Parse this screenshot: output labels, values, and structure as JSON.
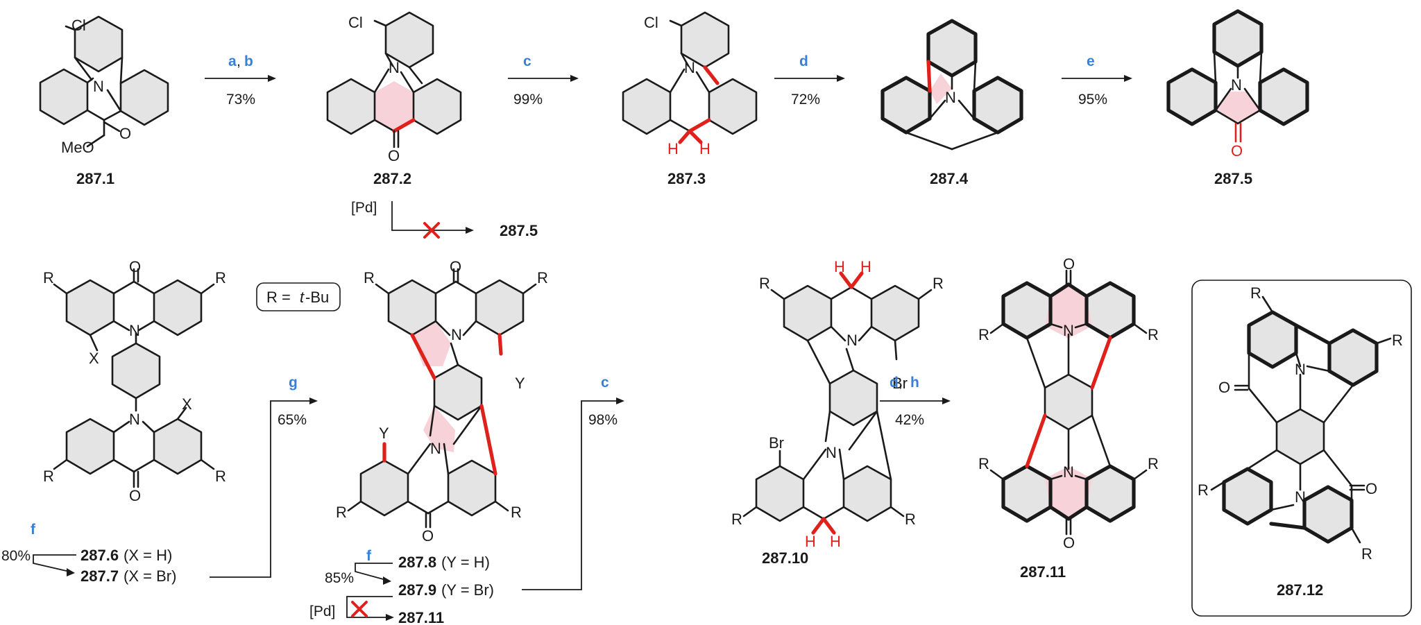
{
  "compounds": {
    "c1": "287.1",
    "c2": "287.2",
    "c3": "287.3",
    "c4": "287.4",
    "c5": "287.5",
    "c6": "287.6",
    "c7": "287.7",
    "c8": "287.8",
    "c9": "287.9",
    "c10": "287.10",
    "c11": "287.11",
    "c12": "287.12"
  },
  "conditions": {
    "s1": {
      "reagent_a": "a",
      "comma": ", ",
      "reagent_b": "b",
      "yield": "73%"
    },
    "s2": {
      "reagent": "c",
      "yield": "99%"
    },
    "s3": {
      "reagent": "d",
      "yield": "72%"
    },
    "s4": {
      "reagent": "e",
      "yield": "95%"
    },
    "failed1": {
      "catalyst": "[Pd]",
      "target": "287.5"
    },
    "s5": {
      "reagent": "f",
      "yield": "80%",
      "annotation_x_h": "(X = H)",
      "annotation_x_br": "(X = Br)"
    },
    "s6": {
      "reagent": "g",
      "yield": "65%"
    },
    "s7": {
      "reagent": "f",
      "yield": "85%",
      "annotation_y_h": "(Y = H)",
      "annotation_y_br": "(Y = Br)"
    },
    "failed2": {
      "catalyst": "[Pd]",
      "target": "287.11"
    },
    "s8": {
      "reagent": "c",
      "yield": "98%"
    },
    "s9": {
      "reagent_a": "d",
      "comma": ", ",
      "reagent_b": "h",
      "yield": "42%"
    }
  },
  "r_definition": {
    "prefix": "R = ",
    "group": "t",
    "suffix": "-Bu"
  },
  "atoms": {
    "Cl": "Cl",
    "N": "N",
    "O": "O",
    "OMe": "MeO",
    "H": "H",
    "R": "R",
    "X": "X",
    "Y": "Y",
    "Br": "Br"
  },
  "colors": {
    "reagent_blue": "#3a7fd5",
    "new_bond_red": "#e0201b",
    "highlight_pink": "#f7d2d8",
    "ring_grey": "#e4e4e4"
  }
}
